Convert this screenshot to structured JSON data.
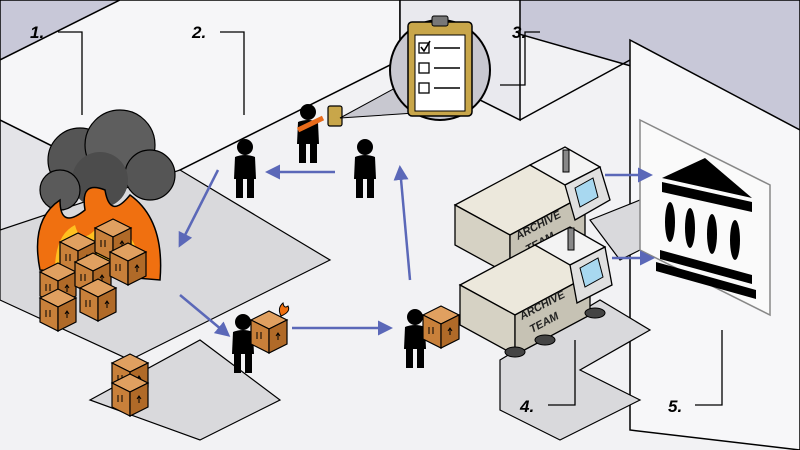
{
  "steps": [
    {
      "number": "1."
    },
    {
      "number": "2."
    },
    {
      "number": "3."
    },
    {
      "number": "4."
    },
    {
      "number": "5."
    }
  ],
  "trucks": [
    {
      "line1": "ARCHIVE",
      "line2": "TEAM"
    },
    {
      "line1": "ARCHIVE",
      "line2": "TEAM"
    }
  ],
  "colors": {
    "wall": "#f2f2f4",
    "floor_shadow": "#d9d9dc",
    "back_band": "#c8c8d8",
    "smoke": "#555555",
    "fire": "#f07010",
    "box": "#c8803a",
    "arrow": "#5b68b8",
    "sash": "#e86a1a",
    "clipboard": "#c8a64a",
    "truck_body": "#d6d2c4"
  }
}
